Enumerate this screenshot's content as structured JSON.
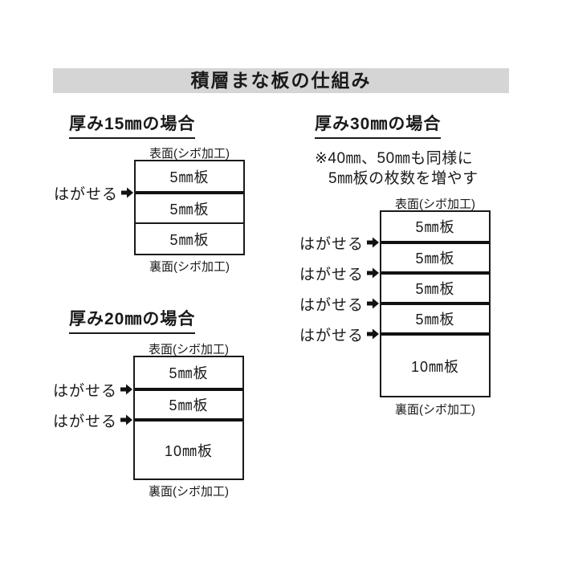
{
  "title": "積層まな板の仕組み",
  "labels": {
    "front": "表面(シボ加工)",
    "back": "裏面(シボ加工)",
    "peel": "はがせる"
  },
  "sections": {
    "s15": {
      "heading": "厚み15㎜の場合",
      "layers": [
        "5㎜板",
        "5㎜板",
        "5㎜板"
      ]
    },
    "s20": {
      "heading": "厚み20㎜の場合",
      "layers": [
        "5㎜板",
        "5㎜板",
        "10㎜板"
      ]
    },
    "s30": {
      "heading": "厚み30㎜の場合",
      "note_line1": "※40㎜、50㎜も同様に",
      "note_line2": "5㎜板の枚数を増やす",
      "layers": [
        "5㎜板",
        "5㎜板",
        "5㎜板",
        "5㎜板",
        "10㎜板"
      ]
    }
  },
  "colors": {
    "title_bar_bg": "#d5d5d5",
    "line": "#1a1a1a",
    "peel_line": "#111111",
    "background": "#ffffff"
  }
}
